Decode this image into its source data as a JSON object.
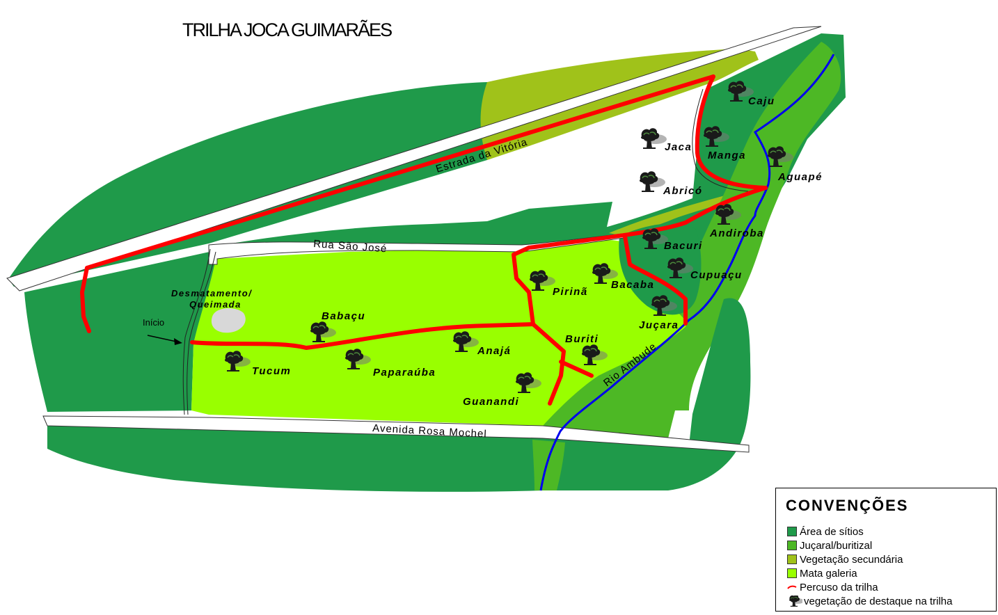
{
  "title": "TRILHA JOCA GUIMARÃES",
  "colors": {
    "area_sitios": "#1f9a4a",
    "jucaral": "#4db825",
    "vegetacao_secundaria": "#a0c21a",
    "mata_galeria": "#99ff00",
    "trail": "#ff0000",
    "river": "#0000ee"
  },
  "roads": {
    "estrada": "Estrada da Vitória",
    "rua": "Rua São José",
    "avenida": "Avenida Rosa Mochel",
    "rio": "Rio Ambude"
  },
  "annotations": {
    "desmatamento_1": "Desmatamento/",
    "desmatamento_2": "Queimada",
    "inicio": "Início"
  },
  "trees": {
    "caju": "Caju",
    "jaca": "Jaca",
    "manga": "Manga",
    "aguape": "Aguapé",
    "abrico": "Abricó",
    "andiroba": "Andiroba",
    "bacuri": "Bacuri",
    "cupuacu": "Cupuaçu",
    "pirina": "Pirinã",
    "bacaba": "Bacaba",
    "jucara": "Juçara",
    "babacu": "Babaçu",
    "buriti": "Buriti",
    "anaja": "Anajá",
    "tucum": "Tucum",
    "paparauba": "Paparaúba",
    "guanandi": "Guanandi"
  },
  "legend": {
    "title": "CONVENÇÕES",
    "items": [
      {
        "label": "Área de sítios",
        "color": "#1f9a4a",
        "icon": "swatch"
      },
      {
        "label": "Juçaral/buritizal",
        "color": "#4db825",
        "icon": "swatch"
      },
      {
        "label": "Vegetação secundária",
        "color": "#a0c21a",
        "icon": "swatch"
      },
      {
        "label": "Mata galeria",
        "color": "#99ff00",
        "icon": "swatch"
      },
      {
        "label": "Percuso da trilha",
        "color": "#ff0000",
        "icon": "trail-line-icon"
      },
      {
        "label": "vegetação de destaque na trilha",
        "color": "#333333",
        "icon": "tree-icon"
      }
    ]
  }
}
